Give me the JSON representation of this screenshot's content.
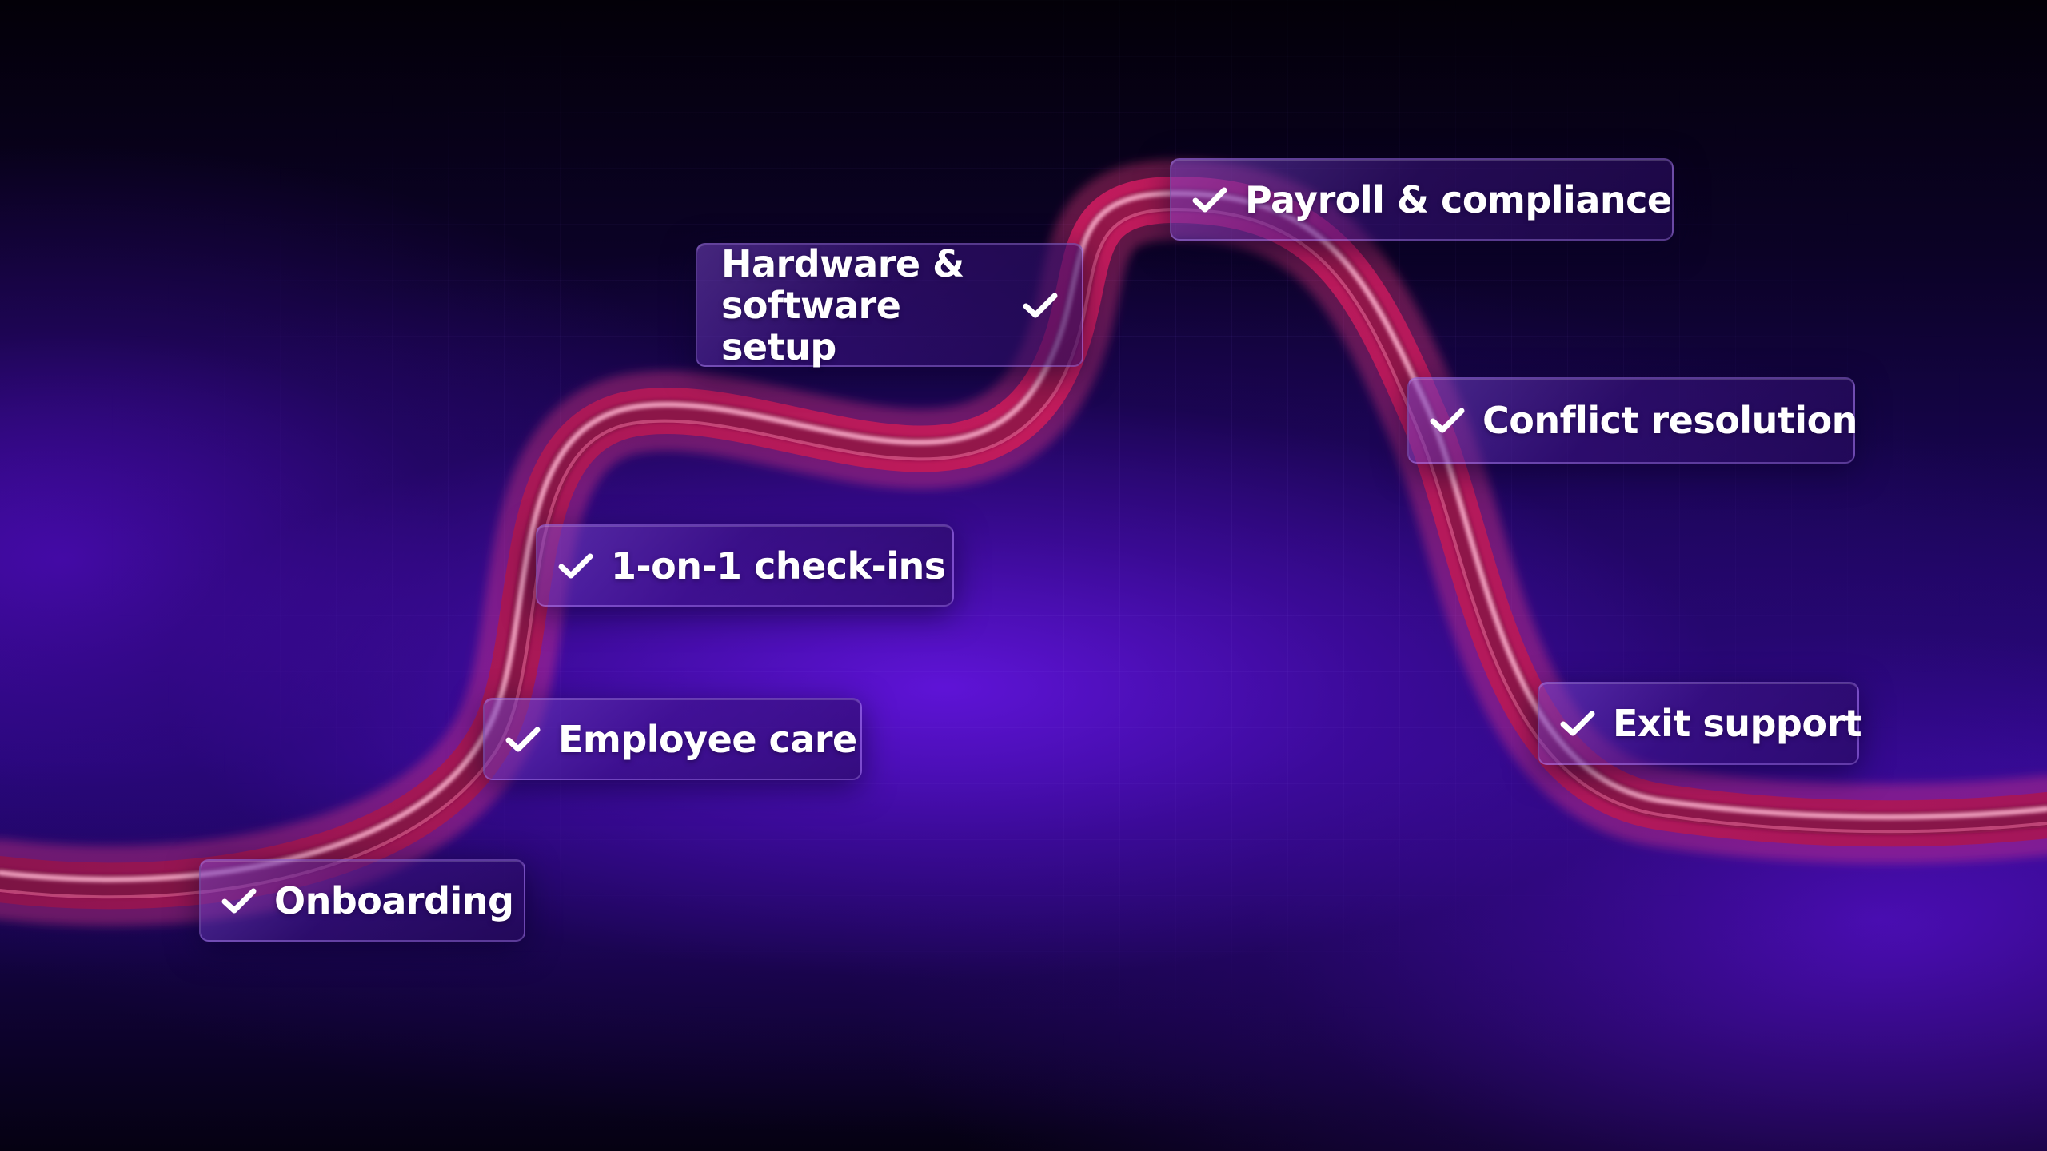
{
  "steps": [
    {
      "id": "onboarding",
      "label": "Onboarding",
      "icon": "check-icon"
    },
    {
      "id": "employee-care",
      "label": "Employee care",
      "icon": "check-icon"
    },
    {
      "id": "checkins",
      "label": "1-on-1 check-ins",
      "icon": "check-icon"
    },
    {
      "id": "hardware",
      "label": "Hardware & software setup",
      "icon": "check-icon"
    },
    {
      "id": "payroll",
      "label": "Payroll & compliance",
      "icon": "check-icon"
    },
    {
      "id": "conflict",
      "label": "Conflict resolution",
      "icon": "check-icon"
    },
    {
      "id": "exit",
      "label": "Exit support",
      "icon": "check-icon"
    }
  ],
  "colors": {
    "background_deep": "#05010f",
    "background_glow": "#3a0ea8",
    "tube_main": "#c21b5c",
    "tube_highlight": "#ff8fb8",
    "card_border": "#be96ff",
    "text": "#ffffff"
  }
}
